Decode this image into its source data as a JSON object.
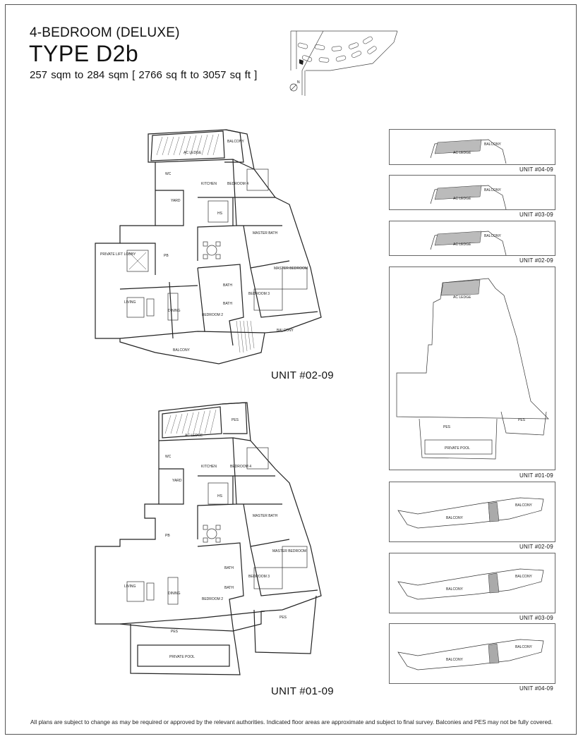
{
  "header": {
    "subtitle": "4-BEDROOM (DELUXE)",
    "type_name": "TYPE D2b",
    "size_range": "257 sqm to 284 sqm   [ 2766 sq ft to 3057 sq ft ]"
  },
  "plans": [
    {
      "caption": "UNIT #02-09",
      "rooms": {
        "ac_ledge": "AC LEDGE",
        "balcony_top": "BALCONY",
        "kitchen": "KITCHEN",
        "bedroom4": "BEDROOM 4",
        "wc": "WC",
        "yard": "YARD",
        "hs": "HS",
        "private_lift_lobby": "PRIVATE LIFT LOBBY",
        "pb": "PB",
        "master_bath": "MASTER BATH",
        "master_bedroom": "MASTER BEDROOM",
        "living": "LIVING",
        "dining": "DINING",
        "bath": "BATH",
        "bedroom3": "BEDROOM 3",
        "bedroom2": "BEDROOM 2",
        "bath2": "BATH",
        "balcony_bottom": "BALCONY",
        "balcony_right": "BALCONY"
      }
    },
    {
      "caption": "UNIT #01-09",
      "rooms": {
        "ac_ledge": "AC LEDGE",
        "pes_top": "PES",
        "kitchen": "KITCHEN",
        "bedroom4": "BEDROOM 4",
        "wc": "WC",
        "yard": "YARD",
        "hs": "HS",
        "pb": "PB",
        "master_bath": "MASTER BATH",
        "master_bedroom": "MASTER BEDROOM",
        "living": "LIVING",
        "dining": "DINING",
        "bath": "BATH",
        "bedroom3": "BEDROOM 3",
        "bedroom2": "BEDROOM 2",
        "bath2": "BATH",
        "pes_bottom": "PES",
        "pes_right": "PES",
        "private_pool": "PRIVATE POOL"
      }
    }
  ],
  "thumbnails": [
    {
      "label": "UNIT #04-09",
      "texts": [
        "AC LEDGE",
        "BALCONY"
      ]
    },
    {
      "label": "UNIT #03-09",
      "texts": [
        "AC LEDGE",
        "BALCONY"
      ]
    },
    {
      "label": "UNIT #02-09",
      "texts": [
        "AC LEDGE",
        "BALCONY"
      ]
    },
    {
      "label": "UNIT #01-09",
      "texts": [
        "AC LEDGE",
        "PES",
        "PES",
        "PRIVATE POOL"
      ]
    },
    {
      "label": "UNIT #02-09",
      "texts": [
        "BALCONY",
        "BALCONY"
      ]
    },
    {
      "label": "UNIT #03-09",
      "texts": [
        "BALCONY",
        "BALCONY"
      ]
    },
    {
      "label": "UNIT #04-09",
      "texts": [
        "BALCONY",
        "BALCONY"
      ]
    }
  ],
  "footer": "All plans are subject to change as may be required or approved by the relevant authorities. Indicated floor areas are approximate and subject to final survey. Balconies and PES may not be fully covered."
}
